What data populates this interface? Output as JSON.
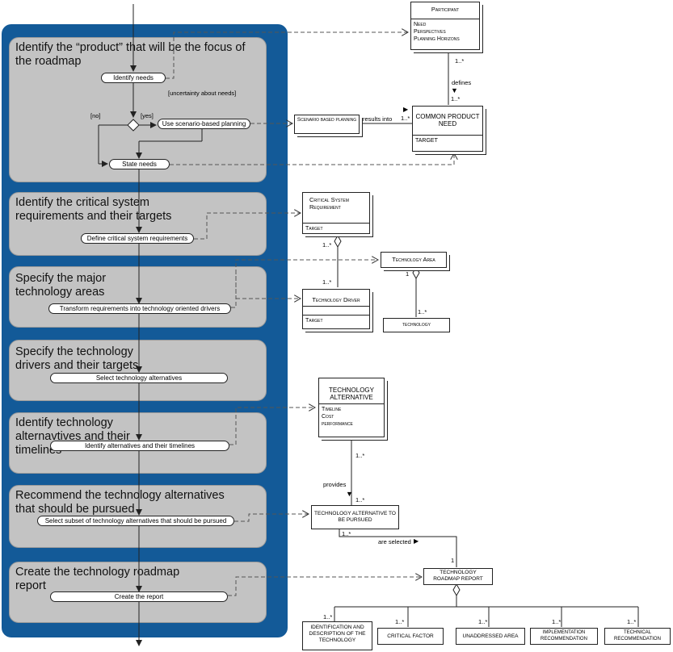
{
  "phases": [
    {
      "title": "Identify the “product” that will be the focus of the roadmap"
    },
    {
      "title": "Identify the critical system requirements and their targets"
    },
    {
      "title": "Specify the major technology areas"
    },
    {
      "title": "Specify the technology drivers and their targets"
    },
    {
      "title": "Identify technology alternavtives and their timelines"
    },
    {
      "title": "Recommend the technology alternatives that should be pursued"
    },
    {
      "title": "Create the technology roadmap report"
    }
  ],
  "activities": {
    "identify_needs": "Identify needs",
    "scenario_planning": "Use scenario-based planning",
    "state_needs": "State needs",
    "define_requirements": "Define critical system requirements",
    "transform_requirements": "Transform requirements into technology oriented drivers",
    "select_alternatives": "Select technology alternatives",
    "identify_alternatives": "Identify alternatives and their timelines",
    "select_subset": "Select subset of technology alternatives that should be pursued",
    "create_report": "Create the report"
  },
  "guards": {
    "uncertainty": "[uncertainty about needs]",
    "no": "[no]",
    "yes": "[yes]"
  },
  "classes": {
    "participant": {
      "name": "Participant",
      "attrs": [
        "Need",
        "Perspectives",
        "Planning Horizons"
      ]
    },
    "common_need": {
      "name": "COMMON PRODUCT NEED",
      "attrs": [
        "TARGET"
      ]
    },
    "scenario": {
      "name": "Scenario based planning"
    },
    "csr": {
      "name": "Critical System Requirement",
      "attrs": [
        "Target"
      ]
    },
    "tech_area": {
      "name": "Technology Area"
    },
    "tech_driver": {
      "name": "Technology Driver",
      "attrs": [
        "Target"
      ]
    },
    "technology": {
      "name": "technology"
    },
    "tech_alt": {
      "name": "TECHNOLOGY ALTERNATIVE",
      "attrs": [
        "Timeline",
        "Cost",
        "performance"
      ]
    },
    "tech_alt_pursued": {
      "name": "TECHNOLOGY ALTERNATIVE TO BE PURSUED"
    },
    "roadmap_report": {
      "name": "TECHNOLOGY ROADMAP REPORT"
    },
    "identification": {
      "name": "IDENTIFICATION AND DESCRIPTION OF THE TECHNOLOGY"
    },
    "critical_factor": {
      "name": "CRITICAL FACTOR"
    },
    "unaddressed": {
      "name": "UNADDRESSED AREA"
    },
    "impl_rec": {
      "name": "IMPLEMENTATION RECOMMENDATION"
    },
    "tech_rec": {
      "name": "TECHNICAL RECOMMENDATION"
    }
  },
  "associations": {
    "defines": "defines",
    "results_into": "results into",
    "provides": "provides",
    "are_selected": "are selected"
  },
  "multiplicities": {
    "one_many": "1..*",
    "one": "1"
  }
}
